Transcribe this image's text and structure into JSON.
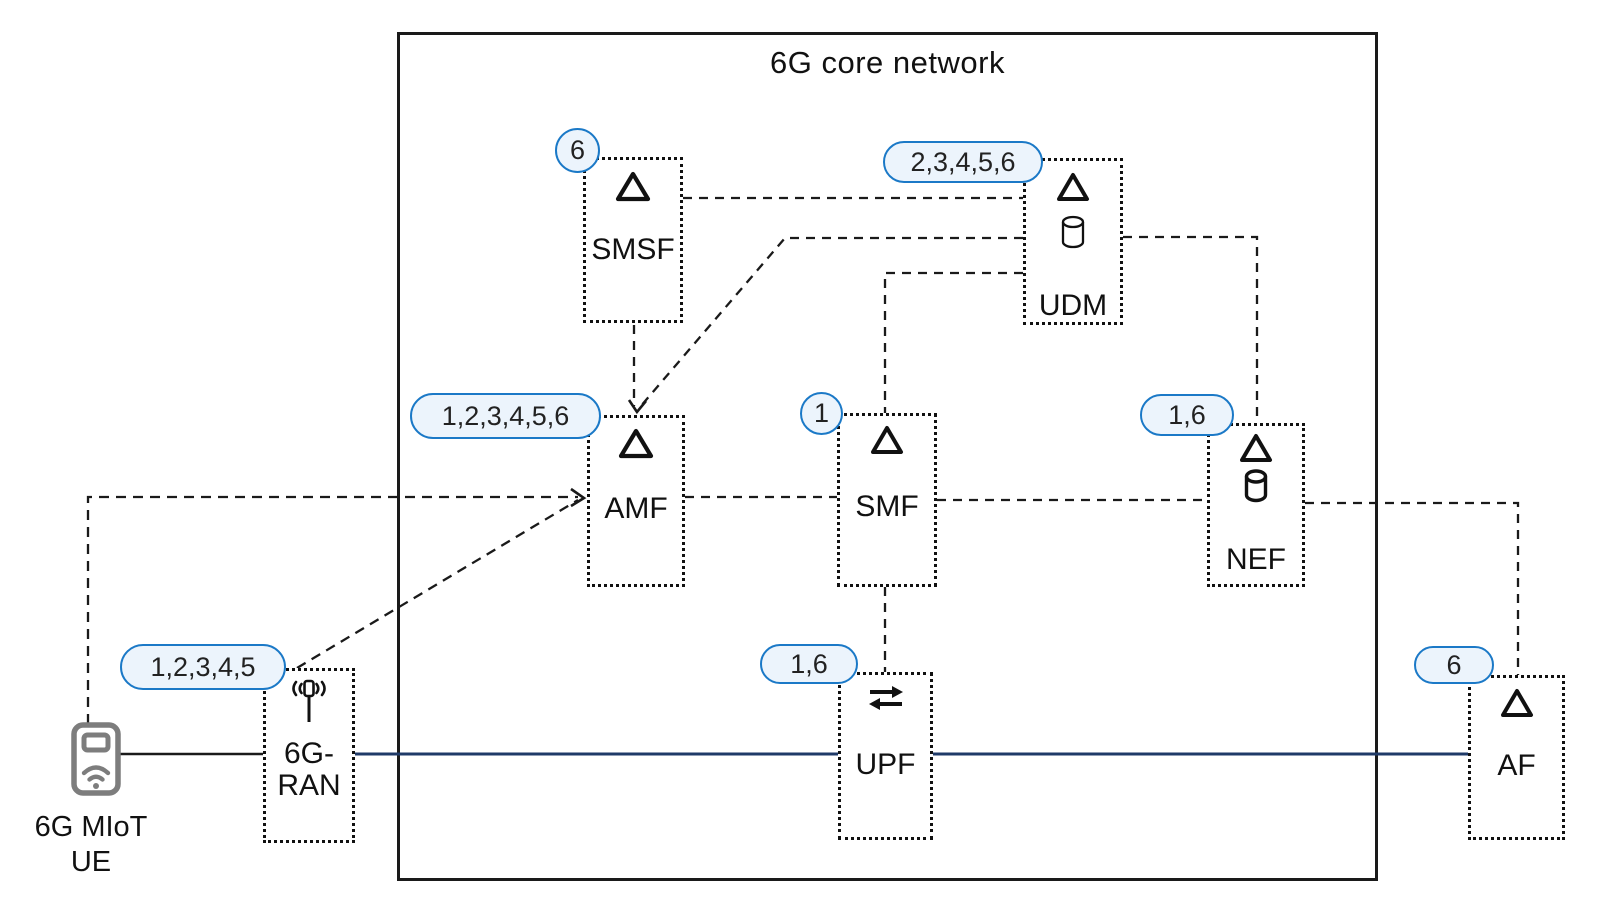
{
  "title": "6G core network",
  "nodes": {
    "smsf": {
      "label": "SMSF",
      "badge": "6"
    },
    "udm": {
      "label": "UDM",
      "badge": "2,3,4,5,6"
    },
    "amf": {
      "label": "AMF",
      "badge": "1,2,3,4,5,6"
    },
    "smf": {
      "label": "SMF",
      "badge": "1"
    },
    "nef": {
      "label": "NEF",
      "badge": "1,6"
    },
    "upf": {
      "label": "UPF",
      "badge": "1,6"
    },
    "af": {
      "label": "AF",
      "badge": "6"
    },
    "ran": {
      "label_line1": "6G-",
      "label_line2": "RAN",
      "badge": "1,2,3,4,5"
    },
    "ue": {
      "label_line1": "6G MIoT",
      "label_line2": "UE"
    }
  },
  "colors": {
    "badge_fill": "#ecf4fc",
    "badge_border": "#1b79c7",
    "line": "#1a1a1a",
    "blue_line": "#1f3a68",
    "ue_icon": "#7d7d7d"
  }
}
